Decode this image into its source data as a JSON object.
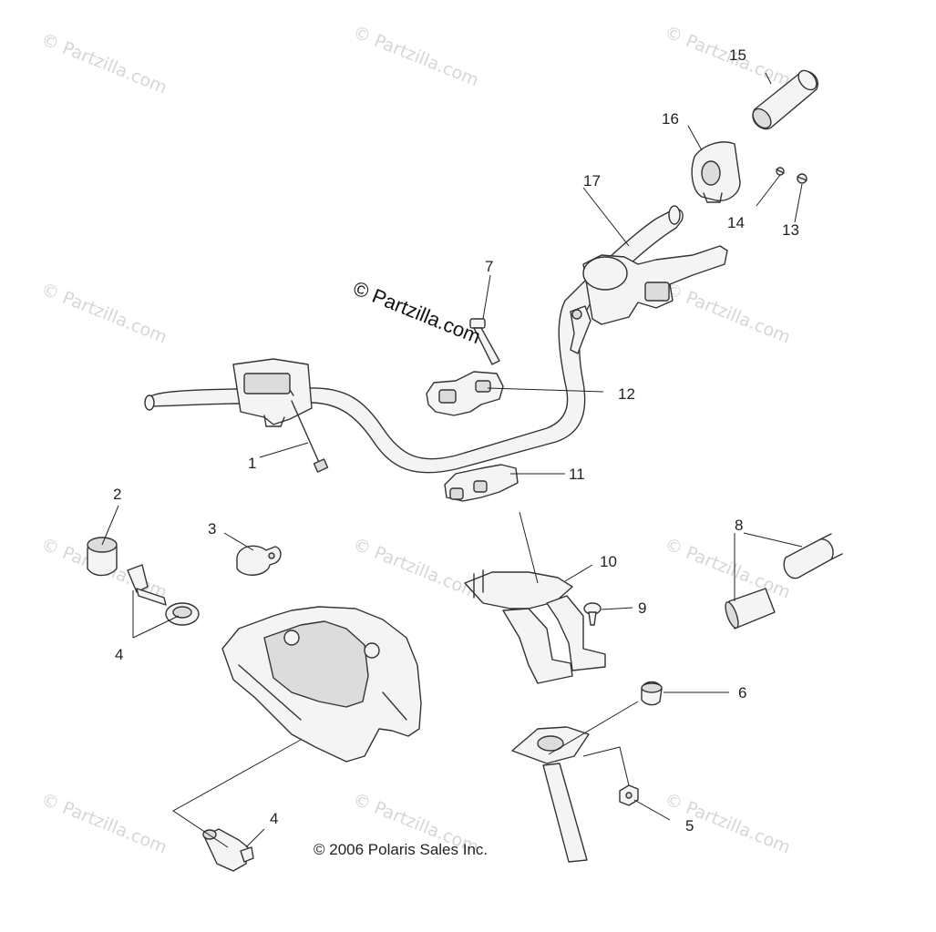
{
  "watermark": "© Partzilla.com",
  "watermark_main": "© Partzilla.com",
  "copyright": "© 2006 Polaris Sales Inc.",
  "callouts": {
    "c1": "1",
    "c2": "2",
    "c3": "3",
    "c4a": "4",
    "c4b": "4",
    "c5": "5",
    "c6": "6",
    "c7": "7",
    "c8": "8",
    "c9": "9",
    "c10": "10",
    "c11": "11",
    "c12": "12",
    "c13": "13",
    "c14": "14",
    "c15": "15",
    "c16": "16",
    "c17": "17"
  }
}
